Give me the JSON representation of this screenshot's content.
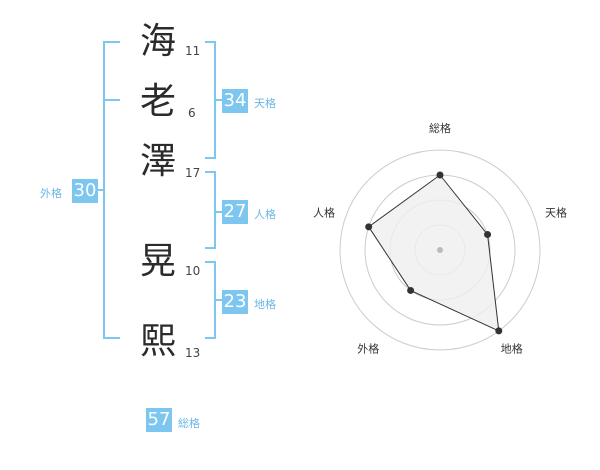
{
  "name": {
    "characters": [
      {
        "char": "海",
        "strokes": "11"
      },
      {
        "char": "老",
        "strokes": "6"
      },
      {
        "char": "澤",
        "strokes": "17"
      },
      {
        "char": "晃",
        "strokes": "10"
      },
      {
        "char": "熙",
        "strokes": "13"
      }
    ]
  },
  "kaku": {
    "tenkaku": {
      "value": "34",
      "label": "天格"
    },
    "jinkaku": {
      "value": "27",
      "label": "人格"
    },
    "chikaku": {
      "value": "23",
      "label": "地格"
    },
    "gaikaku": {
      "value": "30",
      "label": "外格"
    },
    "soukaku": {
      "value": "57",
      "label": "総格"
    }
  },
  "colors": {
    "accent": "#7cc6ef",
    "radar_fill": "#efefef",
    "ring": "#cccccc",
    "line": "#333333"
  },
  "chart_data": {
    "type": "radar",
    "axes": [
      "総格",
      "天格",
      "地格",
      "外格",
      "人格"
    ],
    "levels": 4,
    "values": [
      3,
      2,
      4,
      2,
      3
    ]
  }
}
